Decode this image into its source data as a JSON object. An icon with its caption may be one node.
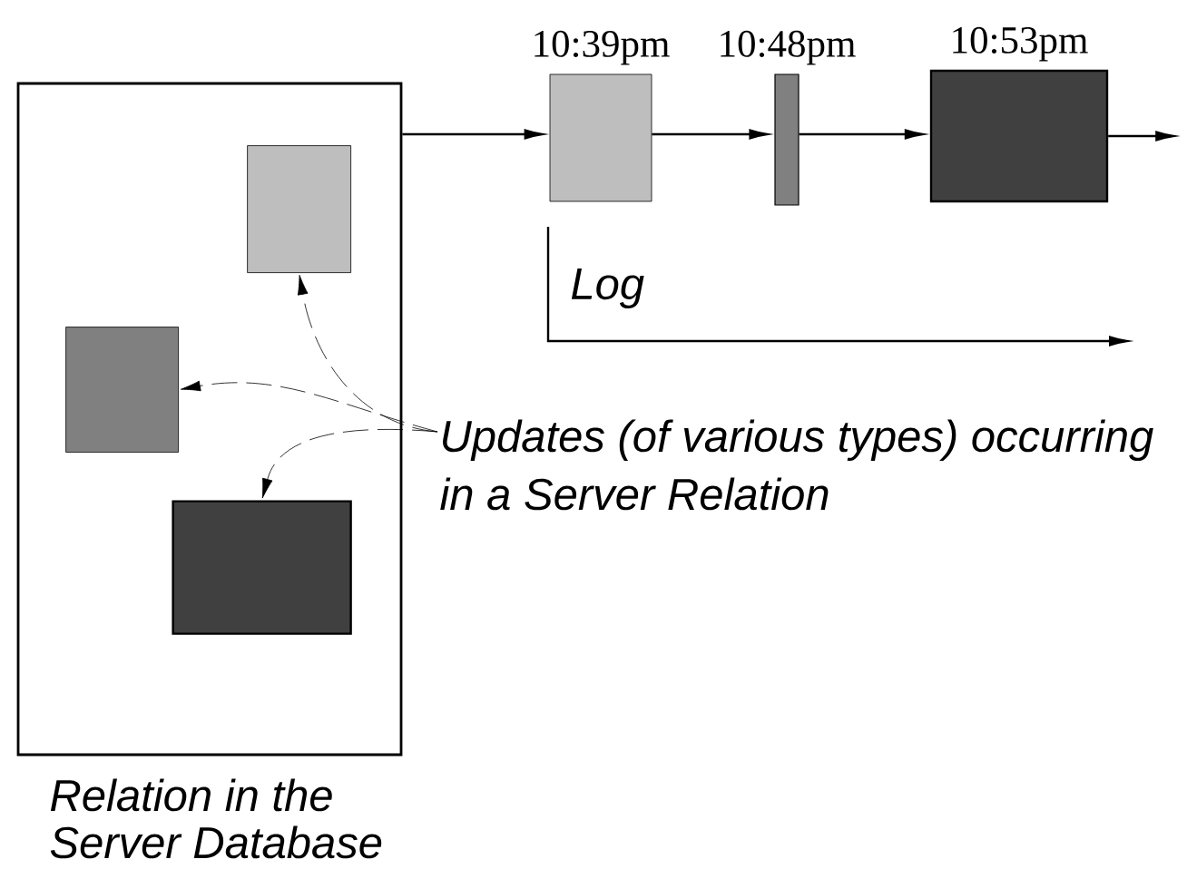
{
  "diagram": {
    "nodes": [
      {
        "text": [
          "Relation in the Server Database"
        ]
      },
      {
        "text": [],
        "shape": "box",
        "in": 0
      },
      {
        "text": [],
        "shape": "box",
        "in": 0
      },
      {
        "text": [],
        "shape": "box",
        "in": 0
      },
      {
        "text": [
          "10:39pm"
        ]
      },
      {
        "text": [
          "10:48pm"
        ]
      },
      {
        "text": [
          "10:53pm"
        ]
      },
      {
        "text": [
          "Updates (of various types) occurring in a Server Relation"
        ]
      }
    ],
    "edges": [
      {
        "from": 0,
        "to": 4,
        "arrow": "to"
      },
      {
        "from": 4,
        "to": 5,
        "arrow": "to"
      },
      {
        "from": 5,
        "to": 6,
        "arrow": "to"
      },
      {
        "from": 6,
        "to": null,
        "arrow": "to"
      },
      {
        "from": 7,
        "to": 1,
        "arrow": "to",
        "style": "dashed"
      },
      {
        "from": 7,
        "to": 2,
        "arrow": "to",
        "style": "dashed"
      },
      {
        "from": 7,
        "to": 3,
        "arrow": "to",
        "style": "dashed"
      }
    ],
    "labels": [
      "Log"
    ]
  }
}
